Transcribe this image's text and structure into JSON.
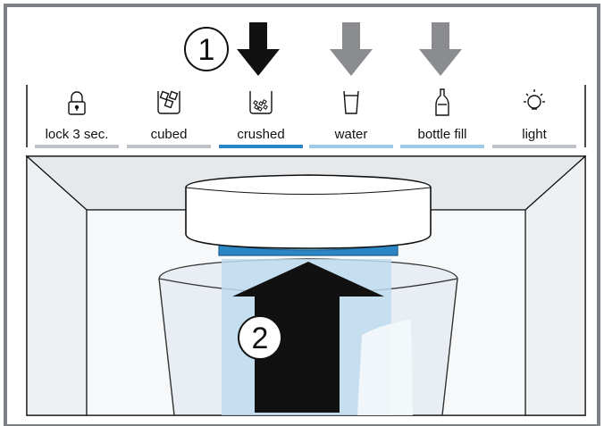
{
  "panel": {
    "buttons": [
      {
        "label": "lock 3 sec.",
        "icon": "lock-icon",
        "bar_color": "#bfc3c8"
      },
      {
        "label": "cubed",
        "icon": "cubed-ice-icon",
        "bar_color": "#bfc3c8"
      },
      {
        "label": "crushed",
        "icon": "crushed-ice-icon",
        "bar_color": "#2a86c5"
      },
      {
        "label": "water",
        "icon": "water-glass-icon",
        "bar_color": "#9ccce6"
      },
      {
        "label": "bottle fill",
        "icon": "bottle-icon",
        "bar_color": "#9ccce6"
      },
      {
        "label": "light",
        "icon": "light-bulb-icon",
        "bar_color": "#bfc3c8"
      }
    ]
  },
  "steps": {
    "step1": "1",
    "step2": "2"
  },
  "colors": {
    "frame": "#7d8084",
    "active_blue": "#2a86c5",
    "light_blue": "#9ccce6",
    "inactive_gray": "#bfc3c8",
    "pointer_black": "#111111",
    "pointer_gray": "#8a8c8f"
  }
}
